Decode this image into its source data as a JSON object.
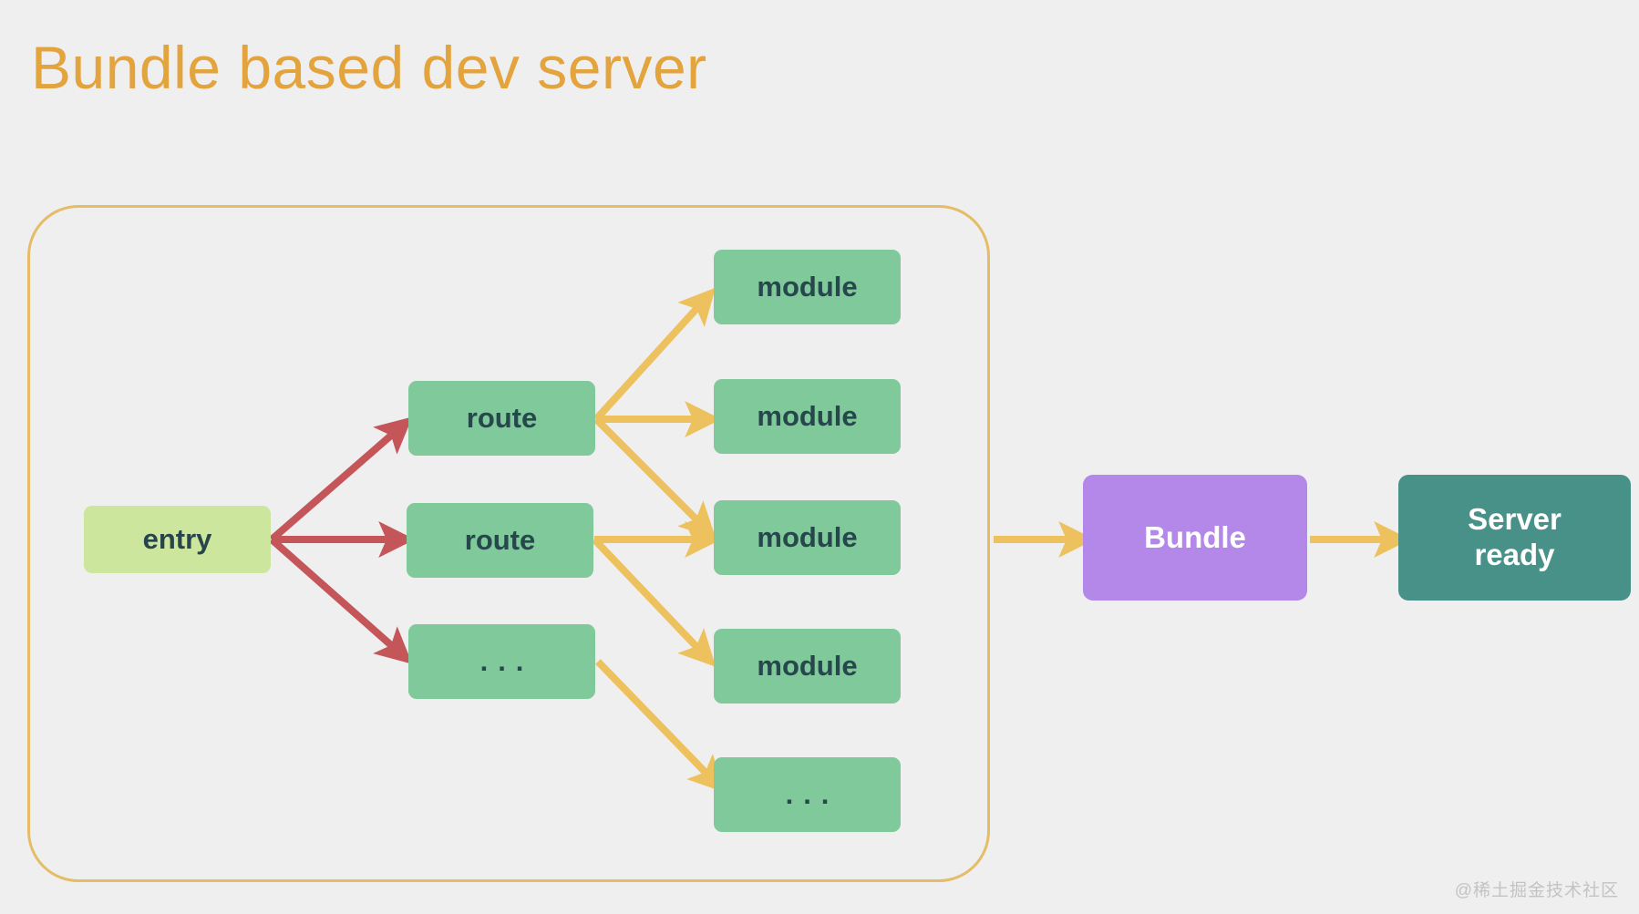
{
  "page": {
    "title": "Bundle based dev server",
    "background_color": "#efefef",
    "watermark": "@稀土掘金技术社区"
  },
  "colors": {
    "title": "#e3a33d",
    "frame_border": "#e5bd68",
    "entry_fill": "#cde69e",
    "node_fill": "#7fc99a",
    "node_text": "#26474c",
    "bundle_fill": "#b388e8",
    "server_fill": "#479189",
    "arrow_red": "#c4565a",
    "arrow_amber": "#edc15e",
    "watermark": "#c3c3c3"
  },
  "diagram": {
    "group_label": "bundle-graph-group",
    "nodes": {
      "entry": {
        "label": "entry"
      },
      "routes": [
        {
          "label": "route"
        },
        {
          "label": "route"
        },
        {
          "label": "..."
        }
      ],
      "modules": [
        {
          "label": "module"
        },
        {
          "label": "module"
        },
        {
          "label": "module"
        },
        {
          "label": "module"
        },
        {
          "label": "..."
        }
      ],
      "bundle": {
        "label": "Bundle"
      },
      "server": {
        "label_line1": "Server",
        "label_line2": "ready"
      }
    },
    "edges": [
      {
        "from": "entry",
        "to": "route-1",
        "color": "red"
      },
      {
        "from": "entry",
        "to": "route-2",
        "color": "red"
      },
      {
        "from": "entry",
        "to": "route-ellipsis",
        "color": "red"
      },
      {
        "from": "route-1",
        "to": "module-1",
        "color": "amber"
      },
      {
        "from": "route-1",
        "to": "module-2",
        "color": "amber"
      },
      {
        "from": "route-1",
        "to": "module-3",
        "color": "amber"
      },
      {
        "from": "route-2",
        "to": "module-3",
        "color": "amber"
      },
      {
        "from": "route-2",
        "to": "module-4",
        "color": "amber"
      },
      {
        "from": "route-ellipsis",
        "to": "module-ellipsis",
        "color": "amber"
      },
      {
        "from": "group",
        "to": "bundle",
        "color": "amber"
      },
      {
        "from": "bundle",
        "to": "server",
        "color": "amber"
      }
    ]
  }
}
